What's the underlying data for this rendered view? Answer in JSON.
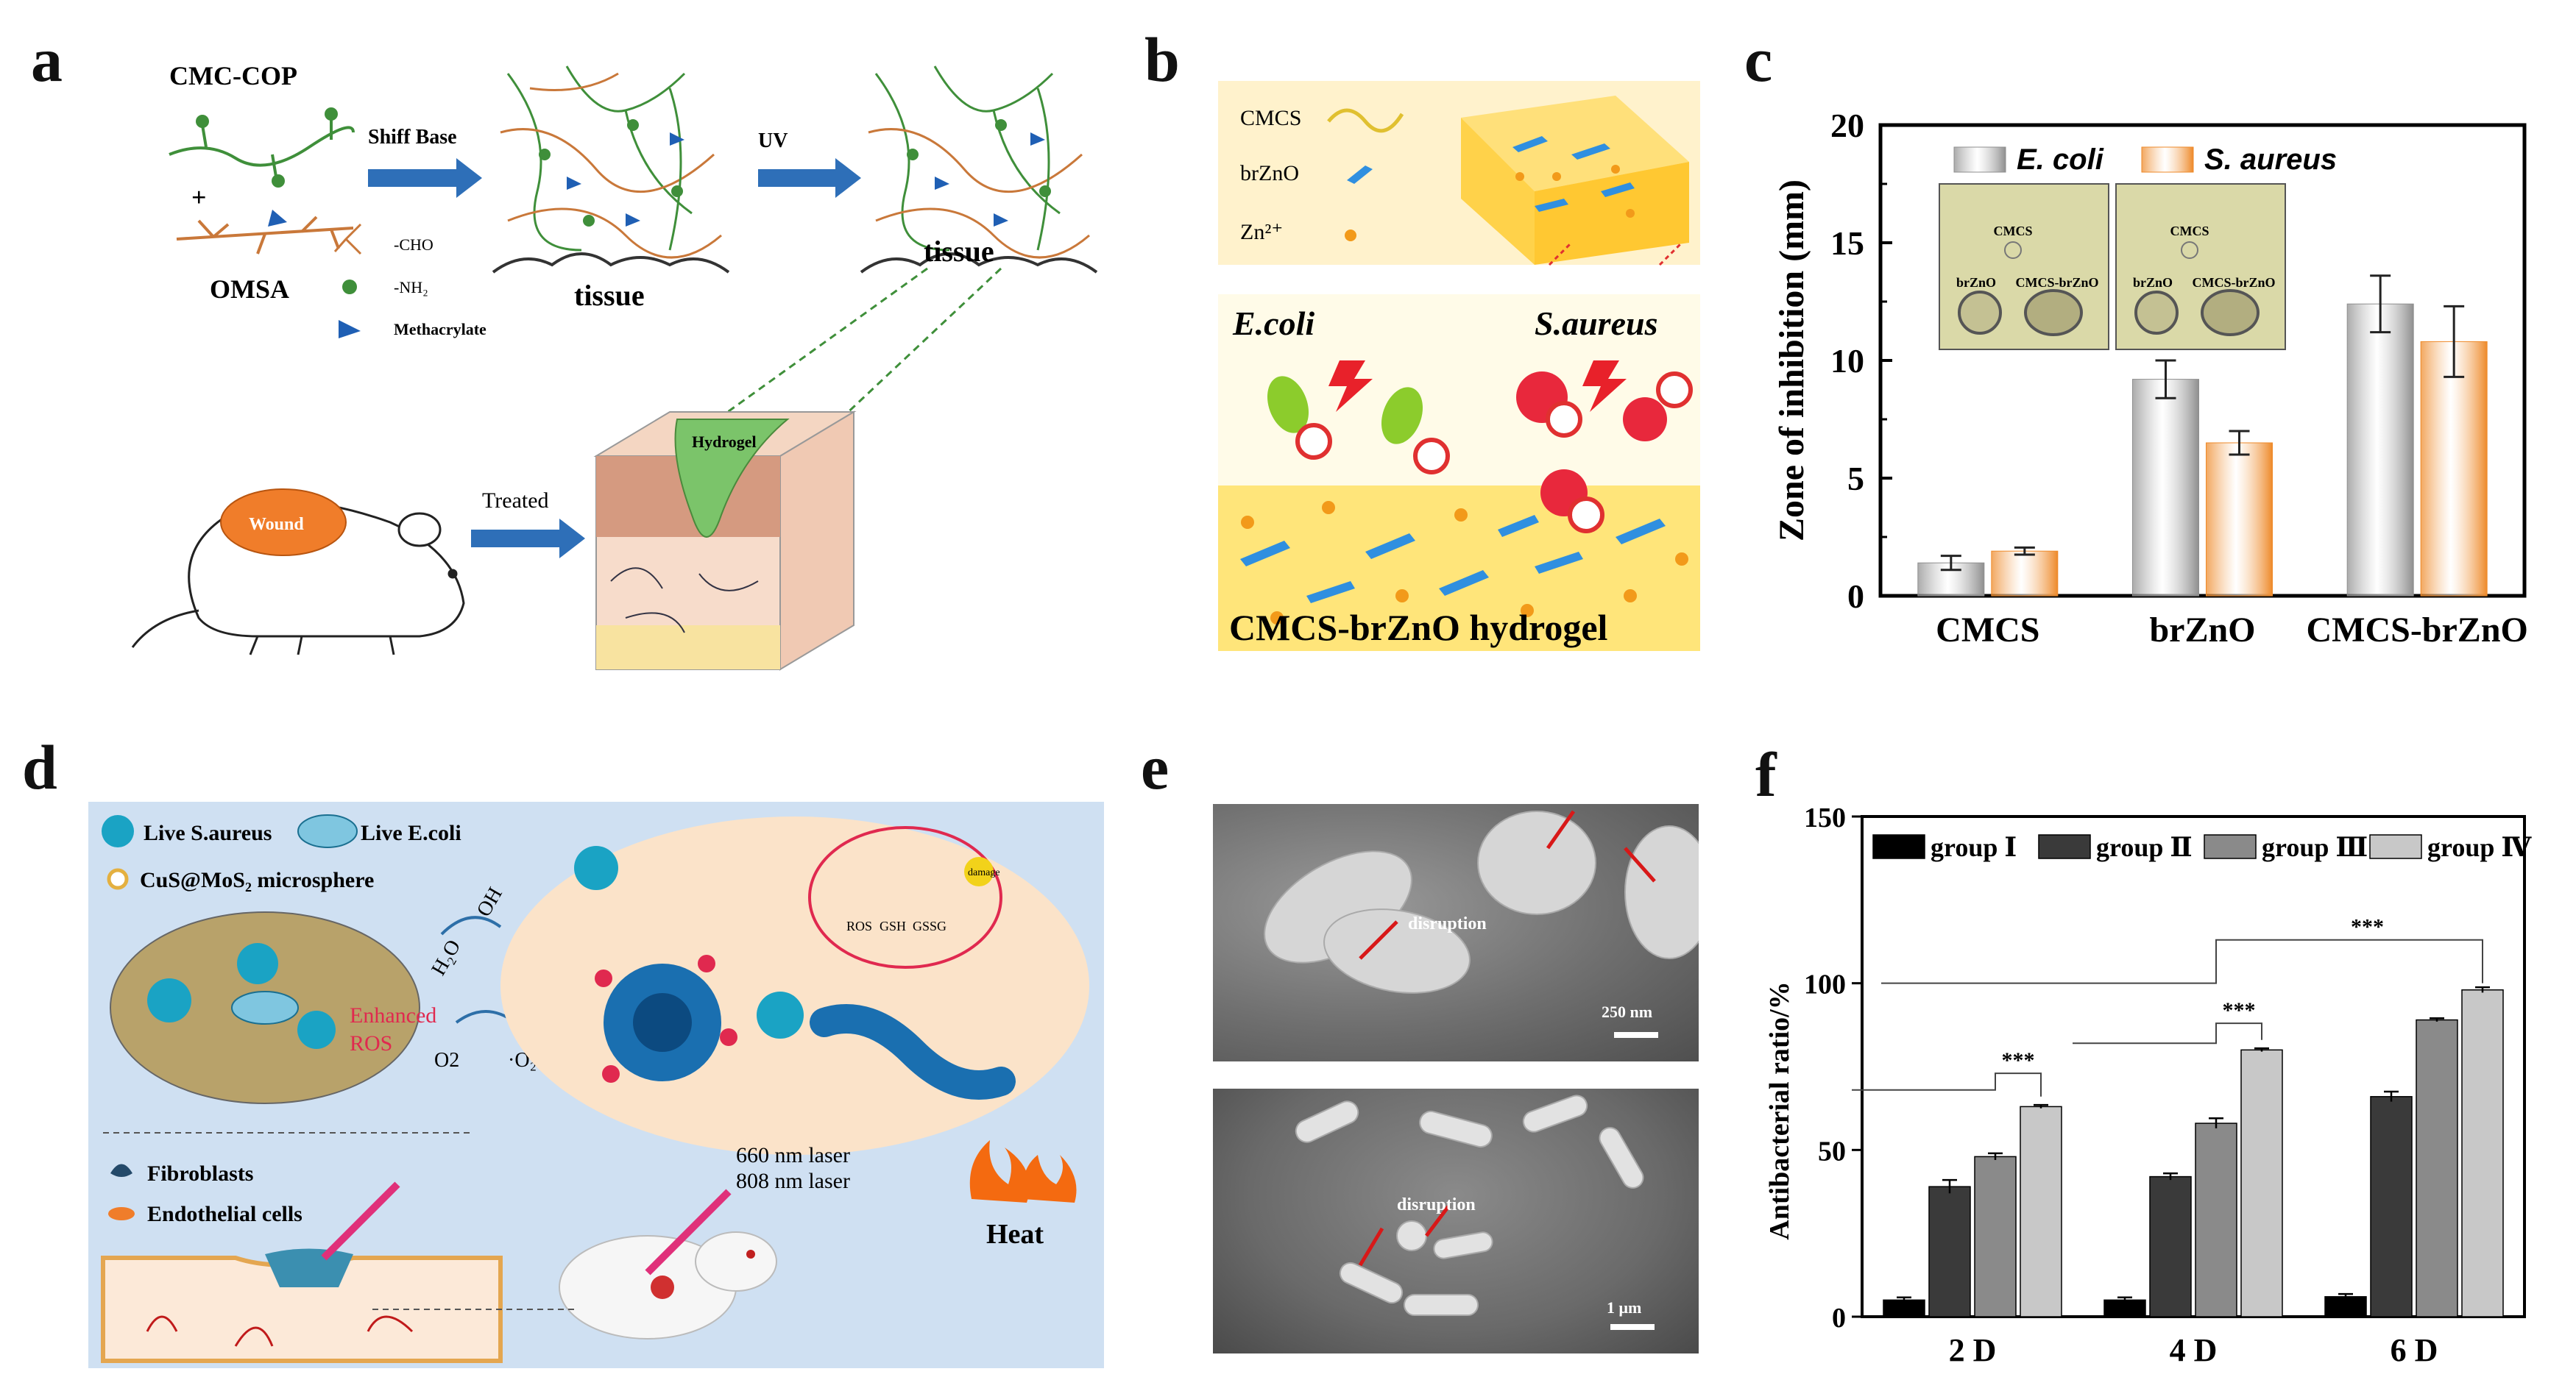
{
  "panel_letters": [
    "a",
    "b",
    "c",
    "d",
    "e",
    "f"
  ],
  "panel_a": {
    "cmc_cop": "CMC-COP",
    "plus": "+",
    "omsa": "OMSA",
    "shiff_base": "Shiff Base",
    "uv": "UV",
    "tissue1": "tissue",
    "tissue2": "tissue",
    "legend_cho": "-CHO",
    "legend_nh2": "-NH₂",
    "legend_meth": "Methacrylate",
    "wound": "Wound",
    "treated": "Treated",
    "hydrogel": "Hydrogel",
    "colors": {
      "green": "#3f8f3a",
      "orange": "#c9783a",
      "blue": "#1f5fb4",
      "arrow": "#2e6fb8",
      "wound": "#f07d2a",
      "gel": "#7bc46a"
    }
  },
  "panel_b": {
    "cmcs": "CMCS",
    "brzno": "brZnO",
    "zn": "Zn²⁺",
    "ecoli": "E.coli",
    "saureus": "S.aureus",
    "hydrogel_label": "CMCS-brZnO hydrogel",
    "colors": {
      "bg": "#fff2cc",
      "gel": "#ffd95a",
      "blue": "#2f8fe0",
      "dot": "#f29a1a"
    }
  },
  "panel_c": {
    "legend": [
      "E. coli",
      "S. aureus"
    ],
    "inset_left": [
      "CMCS",
      "brZnO",
      "CMCS-brZnO"
    ],
    "inset_right": [
      "CMCS",
      "brZnO",
      "CMCS-brZnO"
    ],
    "colors": {
      "ecoli": "#8f8f8f",
      "saureus": "#ee8a2a"
    }
  },
  "chart_data": [
    {
      "type": "bar",
      "categories": [
        "CMCS",
        "brZnO",
        "CMCS-brZnO"
      ],
      "series": [
        {
          "name": "E. coli",
          "values": [
            1.4,
            9.2,
            12.4
          ],
          "errors": [
            0.3,
            0.8,
            1.2
          ]
        },
        {
          "name": "S. aureus",
          "values": [
            1.9,
            6.5,
            10.8
          ],
          "errors": [
            0.15,
            0.5,
            1.5
          ]
        }
      ],
      "ylabel": "Zone of inhibition (mm)",
      "ylim": [
        0,
        20
      ],
      "yticks": [
        0,
        5,
        10,
        15,
        20
      ]
    },
    {
      "type": "bar",
      "categories": [
        "2 D",
        "4 D",
        "6 D"
      ],
      "series": [
        {
          "name": "group Ⅰ",
          "values": [
            5,
            5,
            6
          ],
          "errors": [
            0.8,
            0.8,
            0.8
          ]
        },
        {
          "name": "group Ⅱ",
          "values": [
            39,
            42,
            66
          ],
          "errors": [
            2,
            1,
            1.5
          ]
        },
        {
          "name": "group Ⅲ",
          "values": [
            48,
            58,
            89
          ],
          "errors": [
            1,
            1.5,
            0.5
          ]
        },
        {
          "name": "group Ⅳ",
          "values": [
            63,
            80,
            98
          ],
          "errors": [
            0.5,
            0.5,
            0.8
          ]
        }
      ],
      "ylabel": "Antibacterial ratio/%",
      "ylim": [
        0,
        150
      ],
      "yticks": [
        0,
        50,
        100,
        150
      ],
      "annotations": [
        "***",
        "***",
        "***"
      ]
    }
  ],
  "panel_f": {
    "colors": [
      "#000000",
      "#3a3a3a",
      "#8a8a8a",
      "#c8c8c8"
    ]
  },
  "panel_d": {
    "live_saureus": "Live S.aureus",
    "live_ecoli": "Live E.coli",
    "microsphere": "CuS@MoS₂ microsphere",
    "h2o": "H₂O",
    "oh": "·OH",
    "o2": "O2",
    "o2rad": "·O₂⁻",
    "enhanced": "Enhanced",
    "ros": "ROS",
    "fibroblasts": "Fibroblasts",
    "endothelial": "Endothelial cells",
    "laser660": "660 nm  laser",
    "laser808": "808 nm  laser",
    "heat": "Heat",
    "ros_tag": "ROS",
    "gsh_tag": "GSH",
    "gssg_tag": "GSSG",
    "damage": "damage",
    "colors": {
      "bg": "#cfe0f2",
      "oval": "#fbe3c9",
      "cyan": "#1aa3c4",
      "red": "#e0294f"
    }
  },
  "panel_e": {
    "disruption_top": "disruption",
    "scale_top": "250 nm",
    "disruption_bottom": "disruption",
    "scale_bottom": "1 μm"
  }
}
